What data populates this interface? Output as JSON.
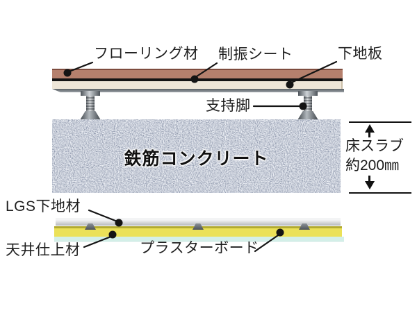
{
  "floor": {
    "flooring": "フローリング材",
    "damping_sheet": "制振シート",
    "base_board": "下地板",
    "support_leg": "支持脚"
  },
  "slab": {
    "concrete": "鉄筋コンクリート",
    "dim_line1": "床スラブ",
    "dim_line2": "約200㎜"
  },
  "ceiling": {
    "lgs": "LGS下地材",
    "finish": "天井仕上材",
    "plasterboard": "プラスターボード"
  },
  "colors": {
    "background": "#ffffff",
    "flooring": "#b5806d",
    "flooring_edge": "#7e4c3e",
    "damping_sheet": "#141414",
    "base_board": "#eee6d8",
    "concrete_base": "#a7b3ca",
    "lgs_strip": "#c0c3c6",
    "plasterboard": "#ebe158",
    "plasterboard_edge": "#b2aa32",
    "ceiling_finish": "#d4efe8",
    "line": "#141414"
  }
}
